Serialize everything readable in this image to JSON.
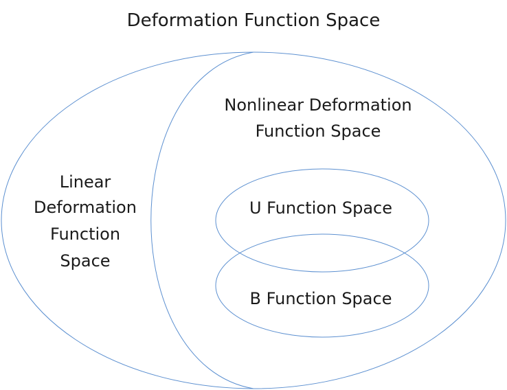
{
  "diagram": {
    "title": "Deformation Function Space",
    "linear_region": {
      "label_lines": [
        "Linear",
        "Deformation",
        "Function",
        "Space"
      ]
    },
    "nonlinear_region": {
      "label_lines": [
        "Nonlinear Deformation",
        "Function Space"
      ]
    },
    "u_space": {
      "label": "U Function Space"
    },
    "b_space": {
      "label": "B Function Space"
    },
    "colors": {
      "outline": "#5b8fd0",
      "text": "#1a1a1a",
      "background": "#ffffff"
    }
  }
}
